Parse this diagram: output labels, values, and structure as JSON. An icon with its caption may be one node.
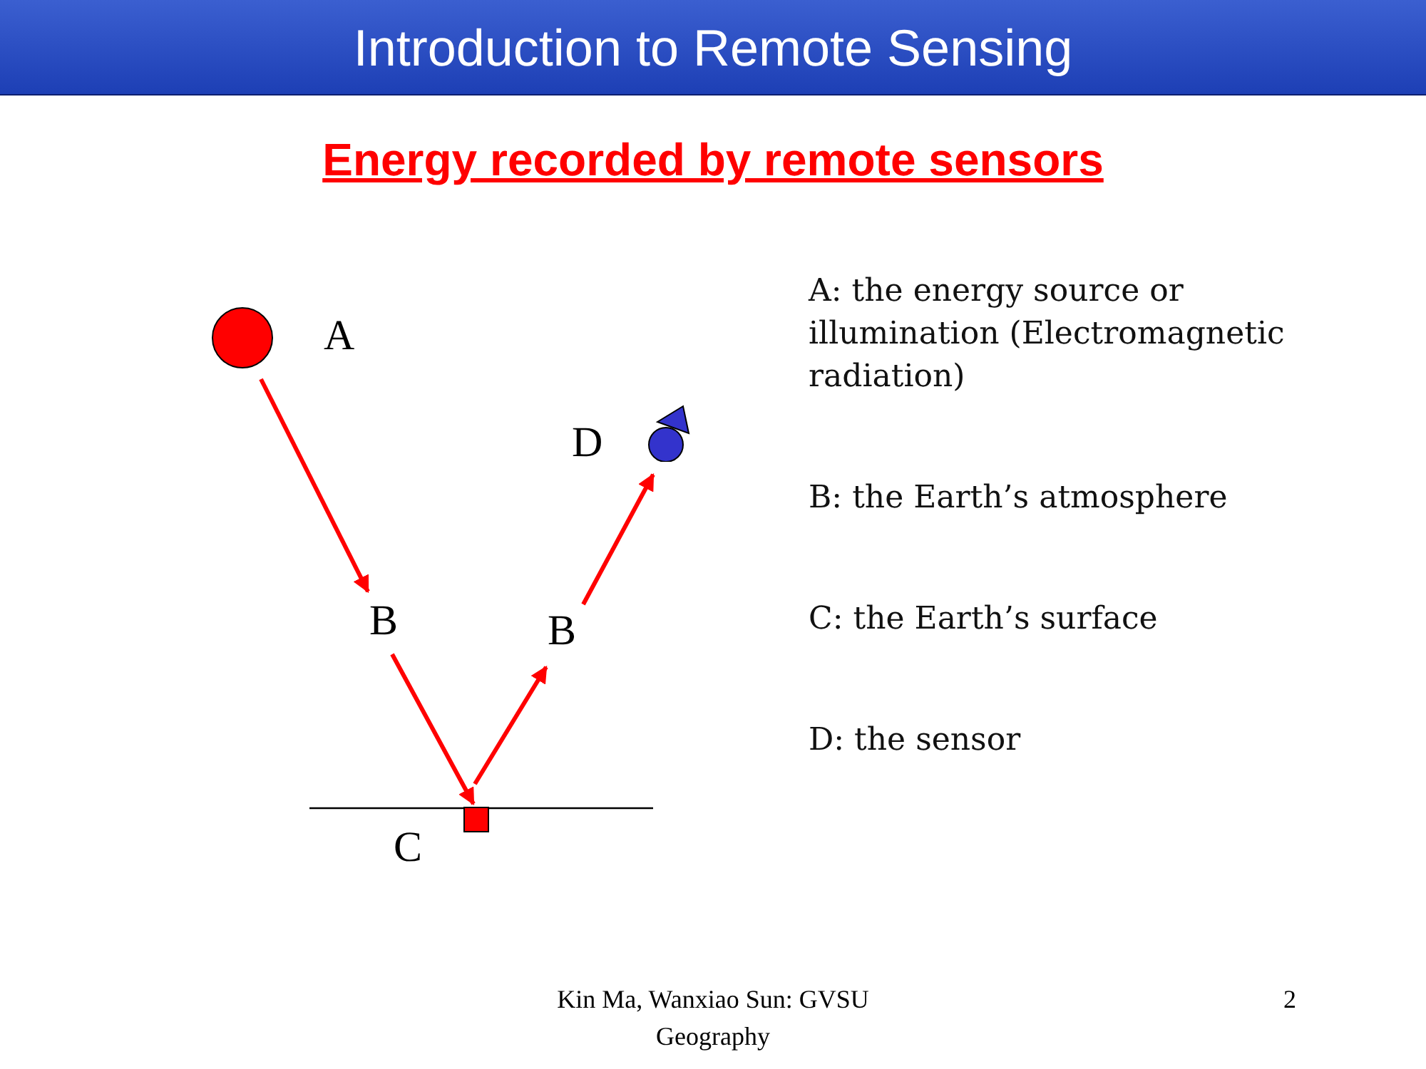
{
  "diagram": {
    "title": "Introduction to Remote Sensing",
    "nodes": [
      {
        "text": [
          "A"
        ]
      },
      {
        "text": [
          "B"
        ]
      },
      {
        "text": [
          "C"
        ]
      },
      {
        "text": [
          "B"
        ]
      },
      {
        "text": [
          "D"
        ]
      }
    ],
    "edges": [
      {
        "from": 0,
        "to": 1,
        "arrow": "to"
      },
      {
        "from": 1,
        "to": 2,
        "arrow": "to"
      },
      {
        "from": 2,
        "to": 3,
        "arrow": "to"
      },
      {
        "from": 3,
        "to": 4,
        "arrow": "to"
      }
    ],
    "labels": [
      "Energy recorded by remote sensors",
      "A: the energy source or illumination (Electromagnetic radiation)",
      "B: the Earth’s atmosphere",
      "C: the Earth’s surface",
      "D: the sensor",
      "Kin Ma, Wanxiao Sun: GVSU Geography",
      "2"
    ]
  }
}
